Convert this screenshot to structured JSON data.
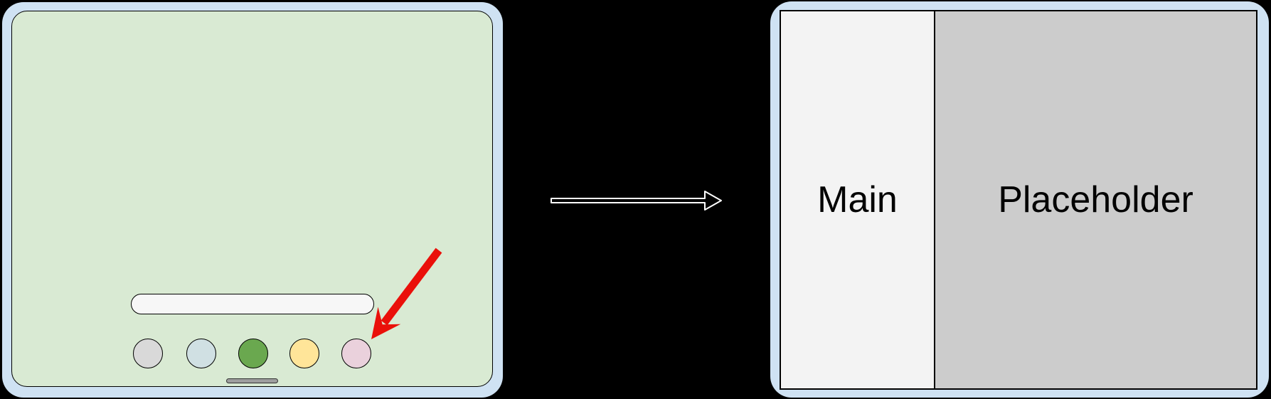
{
  "background_color": "#000000",
  "left_device": {
    "description": "compact home screen",
    "frame_color": "#cfe2f3",
    "screen_color": "#d9ead3",
    "search_bar": {
      "value": "",
      "color": "#f7f7f7"
    },
    "dock_icons": [
      {
        "name": "app-icon-gray",
        "color": "#d9d9d9"
      },
      {
        "name": "app-icon-blue",
        "color": "#d0e0e3"
      },
      {
        "name": "app-icon-green",
        "color": "#6aa84f"
      },
      {
        "name": "app-icon-yellow",
        "color": "#ffe599"
      },
      {
        "name": "app-icon-pink",
        "color": "#ead1dc"
      }
    ],
    "home_indicator_color": "#9e9e9e",
    "pointer_arrow_color": "#ea100a",
    "pointer_arrow_target": "app-icon-pink"
  },
  "transition_arrow": {
    "direction": "right",
    "fill": "#000000",
    "outline": "#ffffff"
  },
  "right_device": {
    "description": "expanded two-pane layout",
    "frame_color": "#cfe2f3",
    "panes": [
      {
        "label": "Main",
        "color": "#f3f3f3"
      },
      {
        "label": "Placeholder",
        "color": "#cccccc"
      }
    ]
  }
}
